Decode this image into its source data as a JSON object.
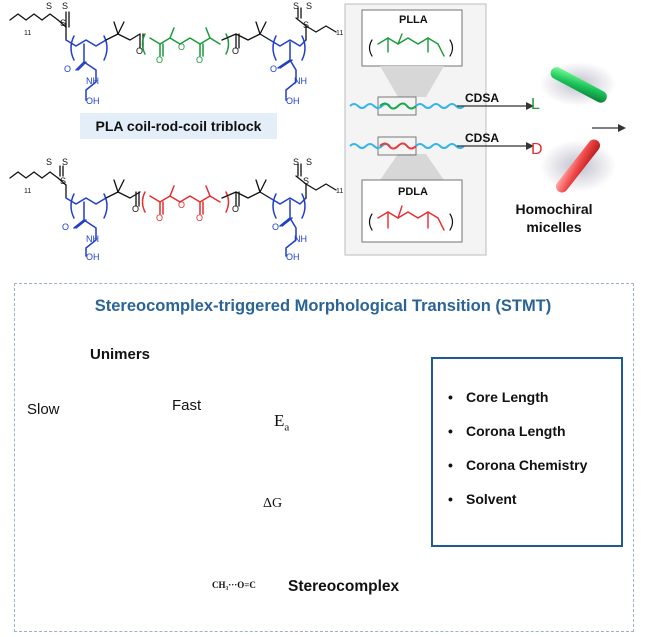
{
  "top": {
    "pla_label": "PLA coil-rod-coil triblock",
    "plla_label": "PLLA",
    "pdla_label": "PDLA",
    "cdsa_1": "CDSA",
    "cdsa_2": "CDSA",
    "l_label": "L",
    "d_label": "D",
    "homochiral_line1": "Homochiral",
    "homochiral_line2": "micelles",
    "chain_subscript": "11",
    "atom_s": "S",
    "atom_o": "O",
    "atom_nh": "NH",
    "atom_oh": "OH"
  },
  "panel": {
    "title": "Stereocomplex-triggered Morphological Transition (STMT)",
    "unimers": "Unimers",
    "slow": "Slow",
    "fast": "Fast",
    "ea_main": "E",
    "ea_sub": "a",
    "delta_g": "ΔG",
    "stereocomplex": "Stereocomplex",
    "bubble_text": "CH₃···O=C",
    "factors": [
      "Core Length",
      "Corona Length",
      "Corona Chemistry",
      "Solvent"
    ]
  },
  "colors": {
    "plla": "#1a9a3a",
    "pdla": "#e62e2e",
    "coil": "#1f3fc4",
    "title_blue": "#2a6496",
    "energy_curve": "#e01b1b",
    "box_border": "#1f5b91",
    "cone": "#a9cde4"
  }
}
